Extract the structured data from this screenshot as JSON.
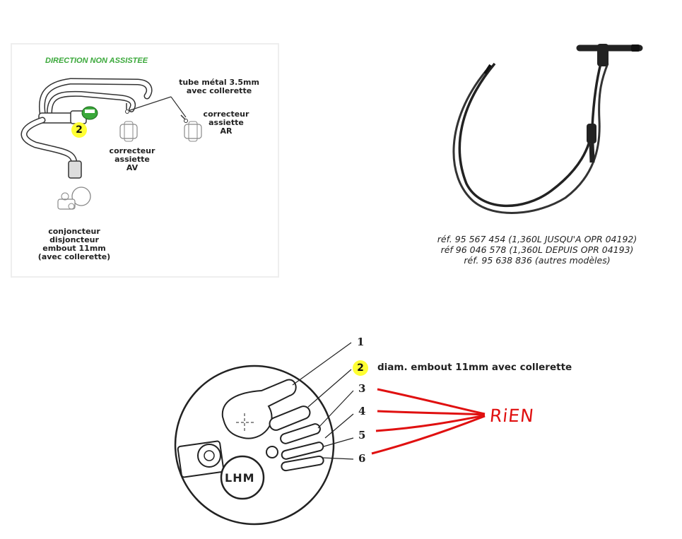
{
  "diagram_top_left": {
    "title": "DIRECTION NON ASSISTEE",
    "badge": "2",
    "labels": {
      "tube": [
        "tube métal 3.5mm",
        "avec collerette"
      ],
      "correcteur_ar": [
        "correcteur",
        "assiette",
        "AR"
      ],
      "correcteur_av": [
        "correcteur",
        "assiette",
        "AV"
      ],
      "conjoncteur": [
        "conjoncteur",
        "disjoncteur",
        "embout 11mm",
        "(avec collerette)"
      ]
    }
  },
  "references": [
    "réf. 95 567 454 (1,360L JUSQU'A OPR 04192)",
    "réf 96 046 578 (1,360L DEPUIS OPR 04193)",
    "réf. 95 638 836 (autres modèles)"
  ],
  "sphere_diagram": {
    "numbers": [
      "1",
      "2",
      "3",
      "4",
      "5",
      "6"
    ],
    "item2_description": "diam. embout 11mm avec collerette",
    "lhm": "LHM",
    "annotation": "RiEN",
    "colors": {
      "annotation": "#e01010",
      "badge": "#ffff33",
      "title": "#3aa83a"
    }
  }
}
